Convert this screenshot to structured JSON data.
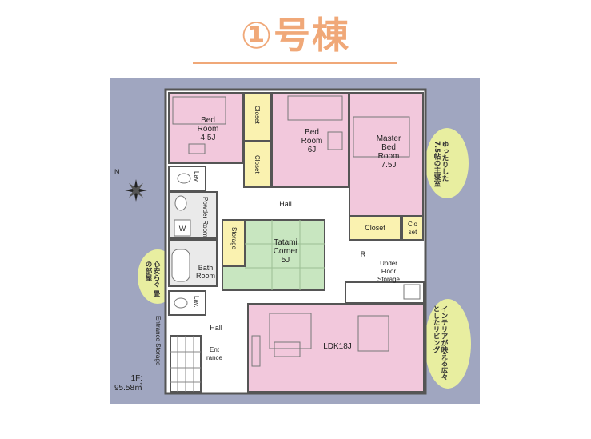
{
  "title": "①号棟",
  "rooms": {
    "bed1": {
      "name1": "Bed",
      "name2": "Room",
      "size": "4.5J"
    },
    "bed2": {
      "name1": "Bed",
      "name2": "Room",
      "size": "6J"
    },
    "master": {
      "name1": "Master",
      "name2": "Bed",
      "name3": "Room",
      "size": "7.5J"
    },
    "closet1": "Closet",
    "closet2": "Closet",
    "closet3": "Closet",
    "closet4a": "Clo",
    "closet4b": "set",
    "hall_upper": "Hall",
    "hall_lower": "Hall",
    "powder": "Powder Room",
    "bath1": "Bath",
    "bath2": "Room",
    "storage": "Storage",
    "tatami1": "Tatami",
    "tatami2": "Corner",
    "tatami3": "5J",
    "under1": "Under",
    "under2": "Floor",
    "under3": "Storage",
    "ldk": "LDK18J",
    "entrance_storage": "Entrance Storage",
    "entrance1": "Ent",
    "entrance2": "rance",
    "lav1": "Lav.",
    "lav2": "Lav.",
    "w": "W",
    "r": "R"
  },
  "floor_area": {
    "floor": "1F:",
    "value": "95.58㎡"
  },
  "notes": {
    "note1": "ゆったりした 7.5帖の主寝室",
    "note2": "心安らぐ 畳の部屋",
    "note3": "インテリアが映える広々としたリビング"
  },
  "colors": {
    "bedroom": "#f2c8dc",
    "tatami": "#c8e6c0",
    "closet": "#faf2b0",
    "ldk": "#f2c8dc",
    "bubble": "#e8eea0",
    "wall": "#555555"
  }
}
